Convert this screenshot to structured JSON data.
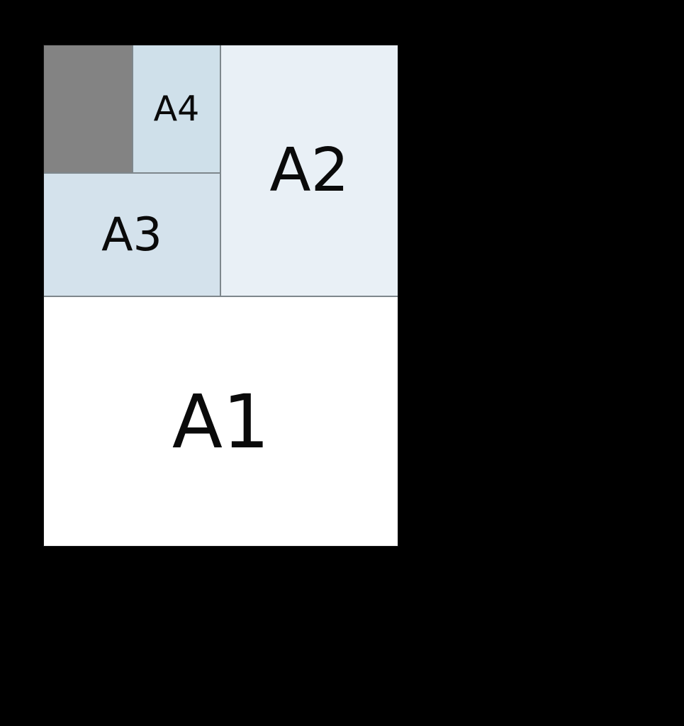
{
  "theme": {
    "background": "#000000",
    "divider": "#7e878c",
    "outer-border": "#161616",
    "text": "#0a0a0a"
  },
  "diagram": {
    "regions": {
      "a1": {
        "label": "A1",
        "fill": "#ffffff"
      },
      "a2": {
        "label": "A2",
        "fill": "#e9f0f6"
      },
      "a3": {
        "label": "A3",
        "fill": "#d4e2ec"
      },
      "a4": {
        "label": "A4",
        "fill": "#cfe0ea"
      },
      "smaller": {
        "fill": "#838383"
      }
    }
  }
}
